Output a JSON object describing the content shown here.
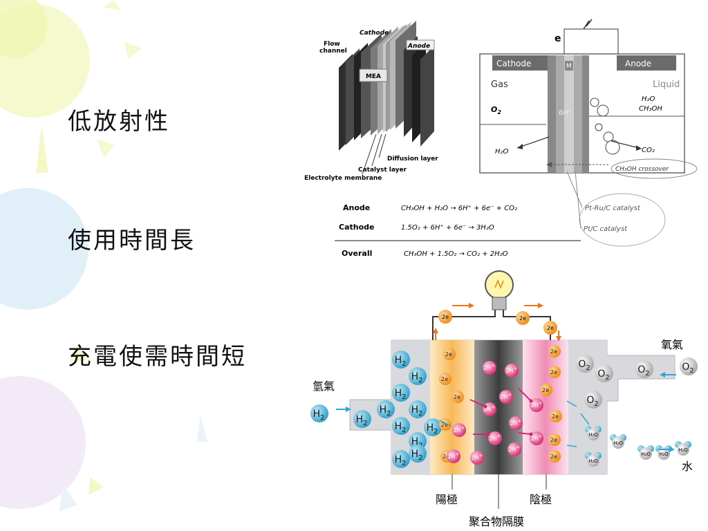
{
  "bullets": [
    "低放射性",
    "使用時間長",
    "充電使需時間短"
  ],
  "fig1": {
    "stack": {
      "cathode": "Cathode",
      "anode": "Anode",
      "flow_channel_1": "Flow",
      "flow_channel_2": "channel",
      "mea": "MEA",
      "diffusion_layer": "Diffusion layer",
      "catalyst_layer": "Catalyst layer",
      "electrolyte_membrane": "Electrolyte membrane"
    },
    "cell": {
      "electron": "e",
      "cathode": "Cathode",
      "anode": "Anode",
      "membrane": "M",
      "gas": "Gas",
      "liquid": "Liquid",
      "o2": "O",
      "o2_sub": "2",
      "h2o_right": "H₂O",
      "ch3oh_right": "CH₃OH",
      "h_plus": "6H⁺",
      "h2o_left": "H₂O",
      "co2": "CO₂",
      "crossover": "CH₃OH crossover"
    },
    "reactions": [
      {
        "label": "Anode",
        "eq": "CH₃OH + H₂O → 6H⁺ + 6e⁻ + CO₂"
      },
      {
        "label": "Cathode",
        "eq": "1.5O₂ + 6H⁺ + 6e⁻ → 3H₂O"
      },
      {
        "label": "Overall",
        "eq": "CH₃OH + 1.5O₂ → CO₂ + 2H₂O"
      }
    ],
    "catalysts": {
      "ptru": "Pt-Ru/C catalyst",
      "ptc": "Pt/C catalyst"
    }
  },
  "fig2": {
    "hydrogen_gas": "氫氣",
    "oxygen_gas": "氧氣",
    "water": "水",
    "anode": "陽極",
    "cathode": "陰極",
    "membrane": "聚合物隔膜",
    "h2": "H",
    "o2": "O",
    "sub2": "2",
    "e2": "2e",
    "h2plus": "2H",
    "plus": "+",
    "h2o": "H₂O"
  },
  "colors": {
    "h2_ball": "#3aa7cf",
    "o2_ball": "#bdbdbd",
    "electron_ball": "#f39a1e",
    "proton_ball": "#e2387b",
    "anode_band": "#f9c978",
    "cathode_band": "#f4a3c4",
    "membrane_band": "#555555",
    "cell_gray": "#d7d9dc"
  }
}
